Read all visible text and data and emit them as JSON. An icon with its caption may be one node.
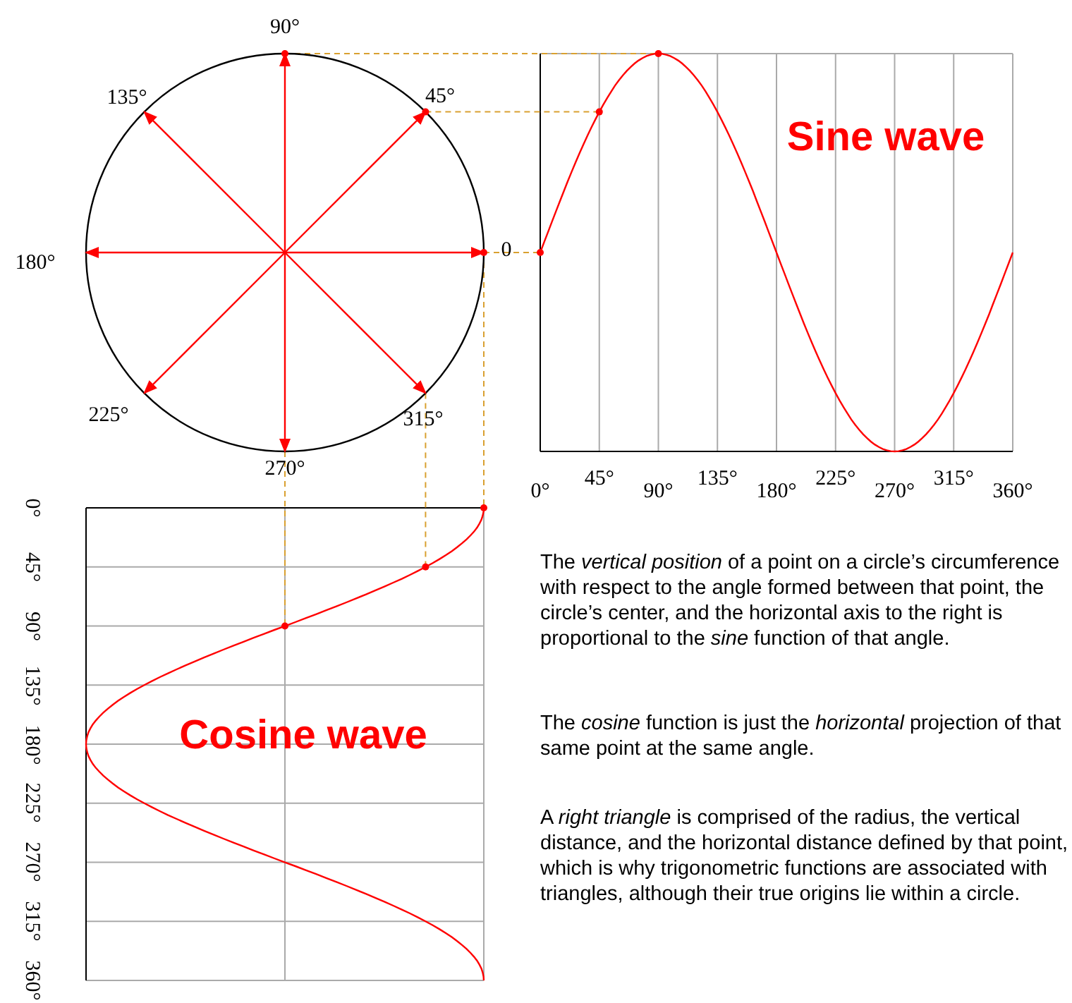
{
  "diagram": {
    "labels": [
      "90°",
      "135°",
      "45°",
      "Sine wave",
      "180°",
      "0",
      "225°",
      "315°",
      "270°",
      "0°",
      "45°",
      "90°",
      "135°",
      "180°",
      "225°",
      "270°",
      "315°",
      "360°",
      "0°",
      "45°",
      "90°",
      "135°",
      "180°",
      "225°",
      "270°",
      "315°",
      "360°",
      "Cosine wave",
      "The *vertical position* of a point on a circle’s circumference with respect to the angle formed between that point, the circle’s center, and the horizontal axis to the right is proportional to the *sine* function of that angle.",
      "The *cosine* function is just the *horizontal* projection of that same point at the same angle.",
      "A *right triangle* is comprised of the radius, the vertical distance, and the horizontal distance defined by that point, which is why trigonometric functions are associated with triangles, although their true origins lie within a circle."
    ]
  }
}
